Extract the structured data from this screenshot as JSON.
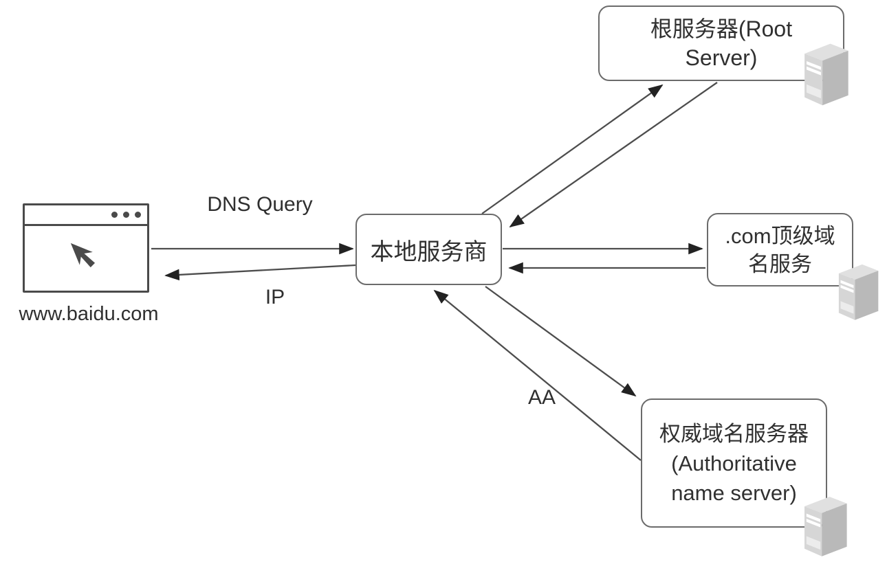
{
  "nodes": {
    "client": {
      "caption": "www.baidu.com"
    },
    "local_resolver": {
      "lines": [
        "本地服务商"
      ]
    },
    "root_server": {
      "lines": [
        "根服务器(Root",
        "Server)"
      ]
    },
    "tld_server": {
      "lines": [
        ".com顶级域",
        "名服务"
      ]
    },
    "authoritative_server": {
      "lines": [
        "权威域名服务器",
        "(Authoritative",
        "name server)"
      ]
    }
  },
  "edge_labels": {
    "dns_query": "DNS Query",
    "ip": "IP",
    "aa": "AA"
  },
  "icons": {
    "client": "browser-window-icon",
    "pointer": "arrow-cursor-icon",
    "server": "server-tower-icon"
  },
  "colors": {
    "background": "#ffffff",
    "box_border": "#6b6b6b",
    "arrow": "#4d4d4d",
    "text": "#303030",
    "server_front": "#d6d6d6",
    "server_side": "#b9b9b9",
    "server_top": "#e0e0e0"
  }
}
